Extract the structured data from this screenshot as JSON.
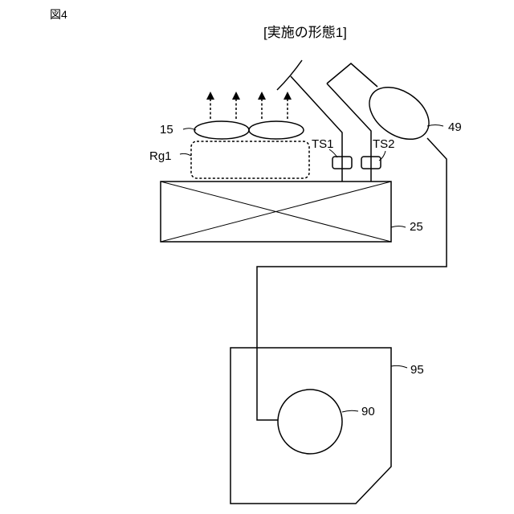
{
  "figure_label": "図4",
  "title": "[実施の形態1]",
  "labels": {
    "fan": "15",
    "region": "Rg1",
    "sensor1": "TS1",
    "sensor2": "TS2",
    "part49": "49",
    "heat_exchanger": "25",
    "housing": "95",
    "part90": "90"
  }
}
